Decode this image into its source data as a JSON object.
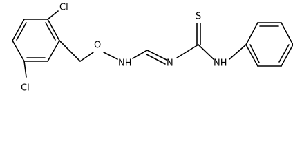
{
  "molecule": {
    "atoms": {
      "cl_top": "Cl",
      "cl_bottom": "Cl",
      "o_ether": "O",
      "nh_left": "NH",
      "n_imine": "N",
      "s_thione": "S",
      "nh_right": "NH"
    }
  }
}
